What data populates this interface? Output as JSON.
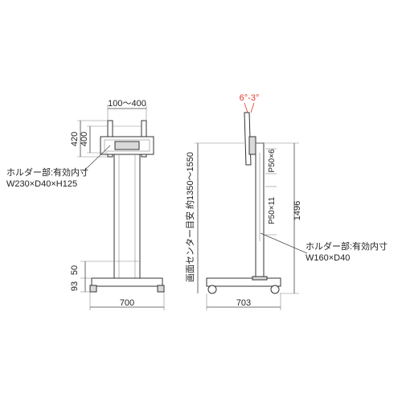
{
  "front_view": {
    "width_range_label": "100〜400",
    "height_420_label": "420",
    "height_400_label": "400",
    "holder_label_line1": "ホルダー部:有効内寸",
    "holder_label_line2": "W230×D40×H125",
    "dim_50_label": "50",
    "dim_93_label": "93",
    "base_width_label": "700"
  },
  "side_view": {
    "tilt_label": "6°-3°",
    "p50x6_label": "P50×6",
    "p50x11_label": "P50×11",
    "center_height_label": "画面センター目安 約1350〜1550",
    "total_height_label": "1496",
    "holder_label_line1": "ホルダー部:有効内寸",
    "holder_label_line2": "W160×D40",
    "base_depth_label": "703"
  },
  "colors": {
    "tilt_accent": "#e8352b",
    "line": "#333333"
  }
}
